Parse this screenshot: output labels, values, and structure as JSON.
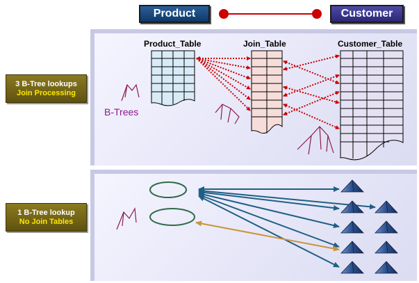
{
  "header": {
    "product_label": "Product",
    "customer_label": "Customer",
    "connector_color": "#cc0000"
  },
  "top_panel": {
    "label_line1": "3 B-Tree lookups",
    "label_line2": "Join Processing",
    "tables": {
      "product": "Product_Table",
      "join": "Join_Table",
      "customer": "Customer_Table"
    },
    "btree_label": "B-Trees",
    "arrow_color": "#cc0000"
  },
  "bottom_panel": {
    "label_line1": "1 B-Tree lookup",
    "label_line2": "No Join Tables",
    "arrow_color": "#1f5f84",
    "highlight_arrow_color": "#c8963a"
  },
  "colors": {
    "product_fill": "#d9ebf7",
    "join_fill": "#f6ddd9",
    "customer_fill": "#e5e1f3",
    "pyramid": "#2a4f8c",
    "btree_glyph": "#8b1a4a",
    "ellipse_stroke": "#2e6b48"
  }
}
